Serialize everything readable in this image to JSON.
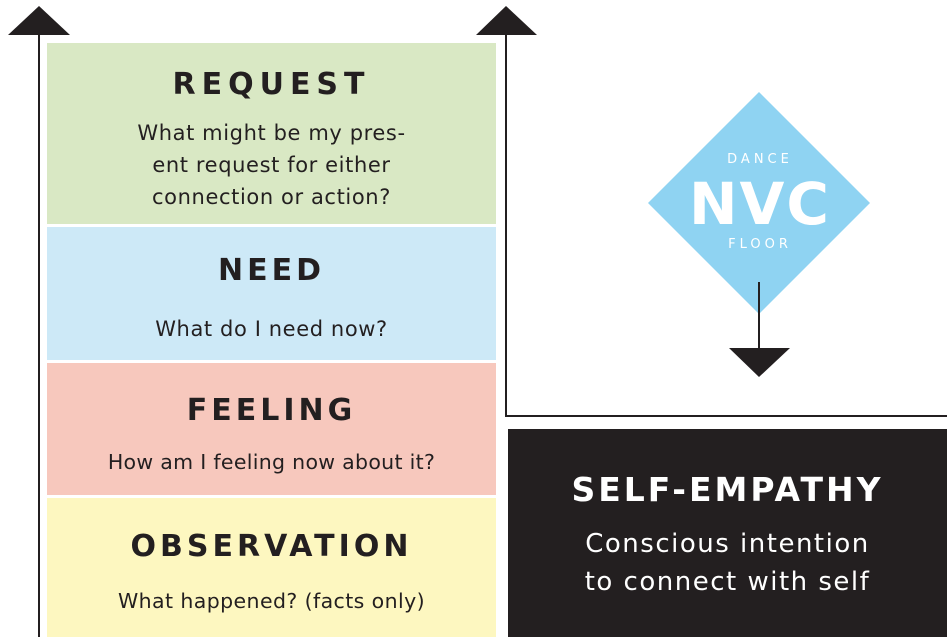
{
  "diagram": {
    "request": {
      "title": "REQUEST",
      "lines": [
        "What might be my pres-",
        "ent request for either",
        "connection or action?"
      ]
    },
    "need": {
      "title": "NEED",
      "text": "What do I need now?"
    },
    "feeling": {
      "title": "FEELING",
      "text": "How am I feeling now about it?"
    },
    "observation": {
      "title": "OBSERVATION",
      "text": "What happened? (facts only)"
    },
    "self_empathy": {
      "title": "SELF-EMPATHY",
      "lines": [
        "Conscious intention",
        "to connect with self"
      ]
    },
    "logo": {
      "top_text": "DANCE",
      "main_text": "NVC",
      "bottom_text": "FLOOR",
      "color": "#8fd3f2"
    }
  },
  "colors": {
    "request": "#d9e8c4",
    "need": "#cde9f7",
    "feeling": "#f7c8bd",
    "observation": "#fdf7c0",
    "dark": "#231f20"
  }
}
